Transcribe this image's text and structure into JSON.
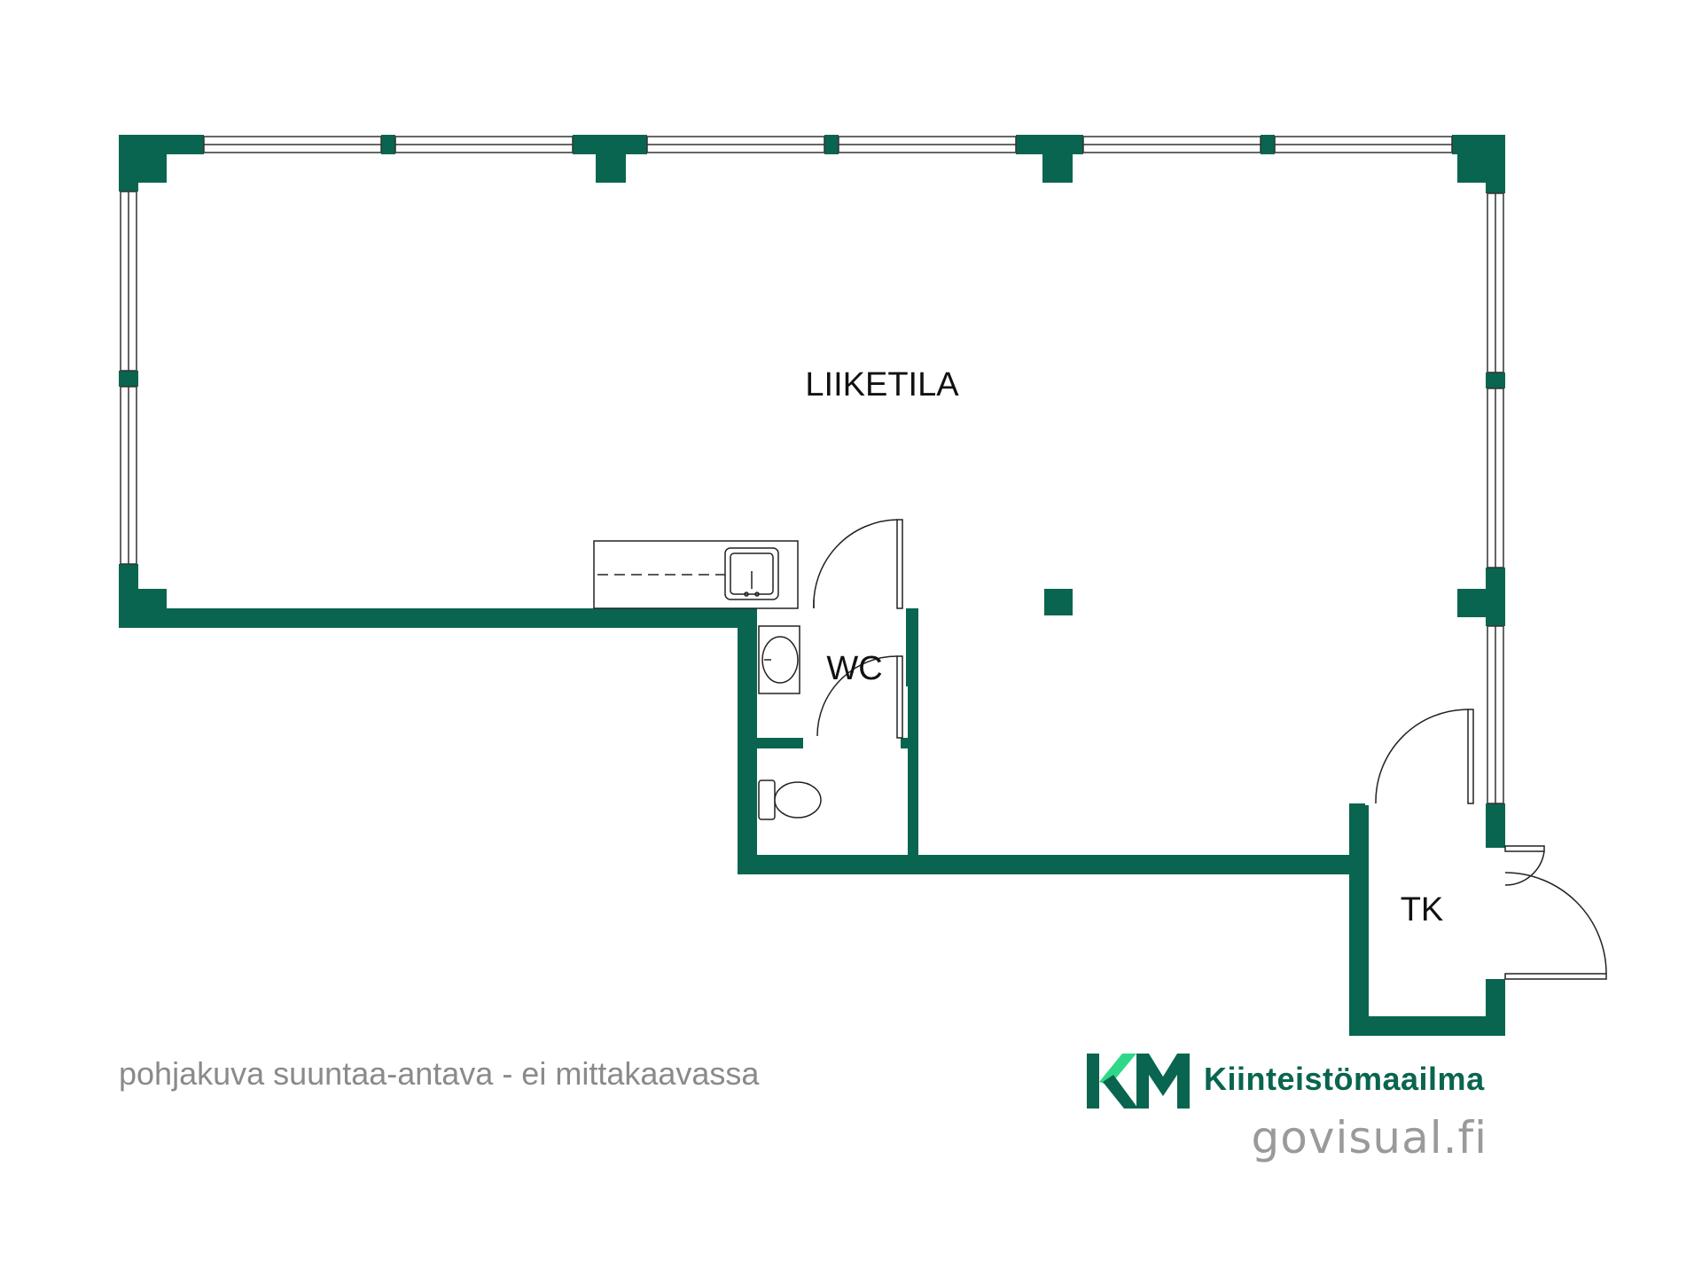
{
  "rooms": {
    "liiketila": "LIIKETILA",
    "wc": "WC",
    "tk": "TK"
  },
  "footer": {
    "disclaimer": "pohjakuva suuntaa-antava - ei mittakaavassa"
  },
  "brand": {
    "name": "Kiinteistömaailma",
    "url": "govisual.fi"
  },
  "colors": {
    "wall": "#09654f",
    "logo_light": "#2fd888",
    "logo_dark": "#09654f",
    "text_gray": "#8a8a8a"
  }
}
